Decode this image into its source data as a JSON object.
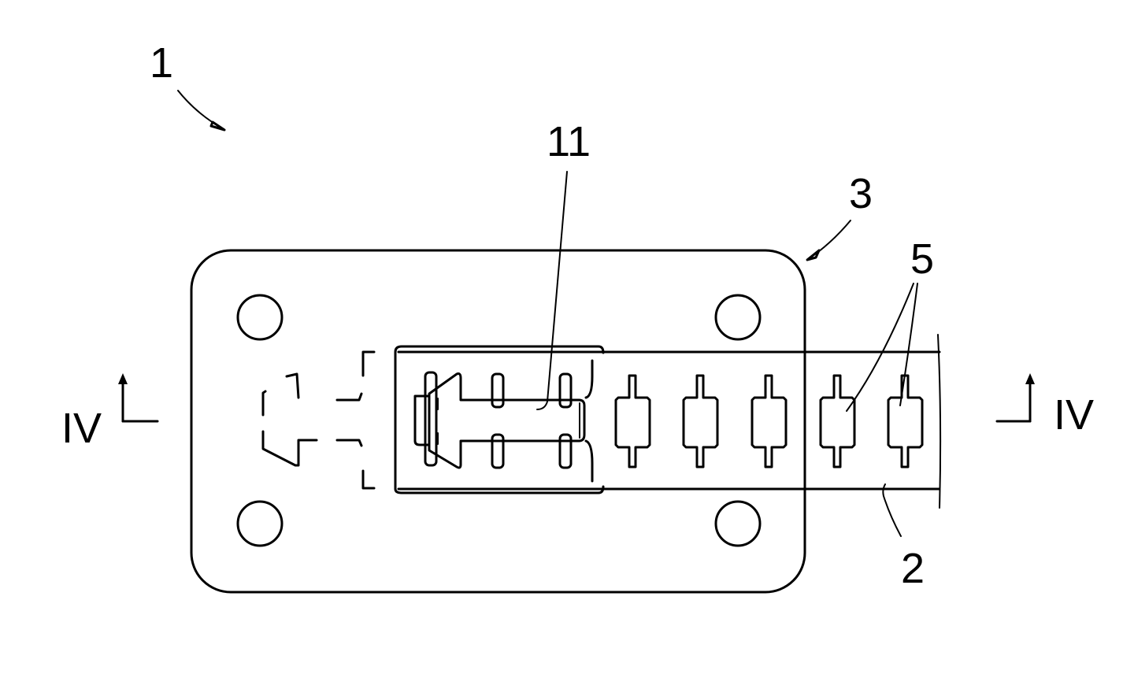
{
  "figure": {
    "labels": {
      "device": "1",
      "strip": "2",
      "holder": "3",
      "pockets": "5",
      "component": "11",
      "section_left": "IV",
      "section_right": "IV"
    },
    "pocket_count": 5,
    "line_color": "#000000",
    "background": "#ffffff"
  }
}
